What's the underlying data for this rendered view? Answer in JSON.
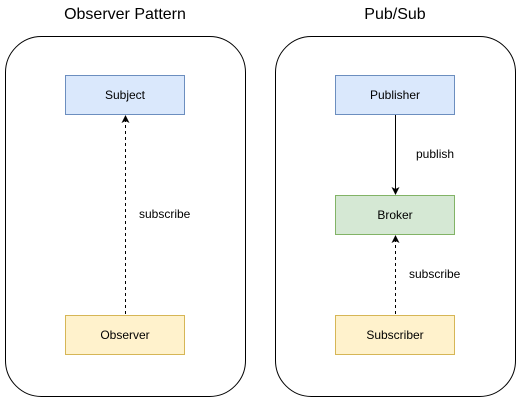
{
  "panels": {
    "observer": {
      "title": "Observer Pattern",
      "nodes": {
        "subject": "Subject",
        "observer": "Observer"
      },
      "edges": {
        "subscribe": "subscribe"
      }
    },
    "pubsub": {
      "title": "Pub/Sub",
      "nodes": {
        "publisher": "Publisher",
        "broker": "Broker",
        "subscriber": "Subscriber"
      },
      "edges": {
        "publish": "publish",
        "subscribe": "subscribe"
      }
    }
  },
  "colors": {
    "blue_fill": "#dae8fc",
    "blue_stroke": "#6c8ebf",
    "green_fill": "#d5e8d4",
    "green_stroke": "#82b366",
    "yellow_fill": "#fff2cc",
    "yellow_stroke": "#d6b656",
    "line": "#000000"
  }
}
